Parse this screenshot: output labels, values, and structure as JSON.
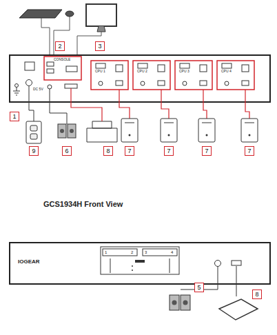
{
  "diagram": {
    "title": "GCS1934H Front View",
    "nodes": [
      {
        "text": [
          "2"
        ]
      },
      {
        "text": [
          "3"
        ]
      },
      {
        "text": [
          "1"
        ]
      },
      {
        "text": [
          "9"
        ]
      },
      {
        "text": [
          "6"
        ]
      },
      {
        "text": [
          "8"
        ]
      },
      {
        "text": [
          "7"
        ]
      },
      {
        "text": [
          "7"
        ]
      },
      {
        "text": [
          "7"
        ]
      },
      {
        "text": [
          "7"
        ]
      },
      {
        "text": [
          "5"
        ]
      },
      {
        "text": [
          "8"
        ]
      }
    ],
    "labels": [
      "CONSOLE",
      "DC 5V",
      "CPU 1",
      "CPU 2",
      "CPU 3",
      "CPU 4",
      "IOGEAR",
      "1",
      "2",
      "3",
      "4"
    ]
  }
}
